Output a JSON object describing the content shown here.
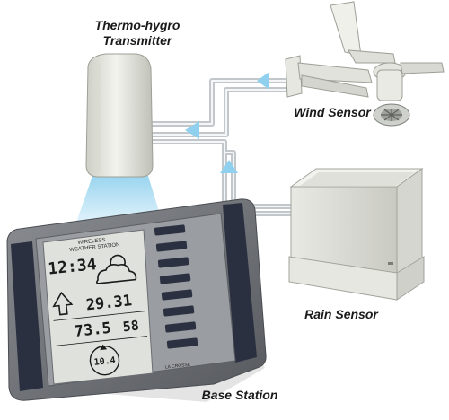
{
  "labels": {
    "thermo_line1": "Thermo-hygro",
    "thermo_line2": "Transmitter",
    "wind": "Wind Sensor",
    "rain": "Rain Sensor",
    "base": "Base Station"
  },
  "station": {
    "brand_line1": "WIRELESS",
    "brand_line2": "WEATHER STATION",
    "time": "12:34",
    "pressure": "29.31",
    "temperature": "73.5",
    "humidity": "58",
    "wind_speed": "10.4",
    "footer": "LA CROSSE"
  },
  "colors": {
    "signal_arrow": "#8fd0ee",
    "pipe": "#d2d6da",
    "lcd": "#dfe1dc",
    "frame": "#6f7276",
    "dark_panel": "#2a3040"
  }
}
